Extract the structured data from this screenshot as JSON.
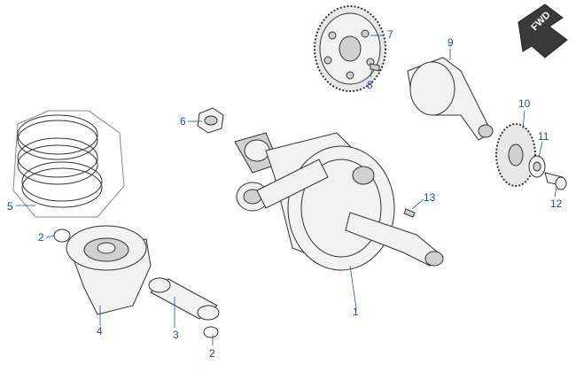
{
  "diagram": {
    "forward_label": "FWD",
    "callouts": [
      {
        "id": "c1",
        "label": "1"
      },
      {
        "id": "c2a",
        "label": "2"
      },
      {
        "id": "c2b",
        "label": "2"
      },
      {
        "id": "c3",
        "label": "3"
      },
      {
        "id": "c4",
        "label": "4"
      },
      {
        "id": "c5",
        "label": "5"
      },
      {
        "id": "c6",
        "label": "6"
      },
      {
        "id": "c7",
        "label": "7"
      },
      {
        "id": "c8",
        "label": "8"
      },
      {
        "id": "c9",
        "label": "9"
      },
      {
        "id": "c10",
        "label": "10"
      },
      {
        "id": "c11",
        "label": "11"
      },
      {
        "id": "c12",
        "label": "12"
      },
      {
        "id": "c13",
        "label": "13"
      }
    ]
  }
}
